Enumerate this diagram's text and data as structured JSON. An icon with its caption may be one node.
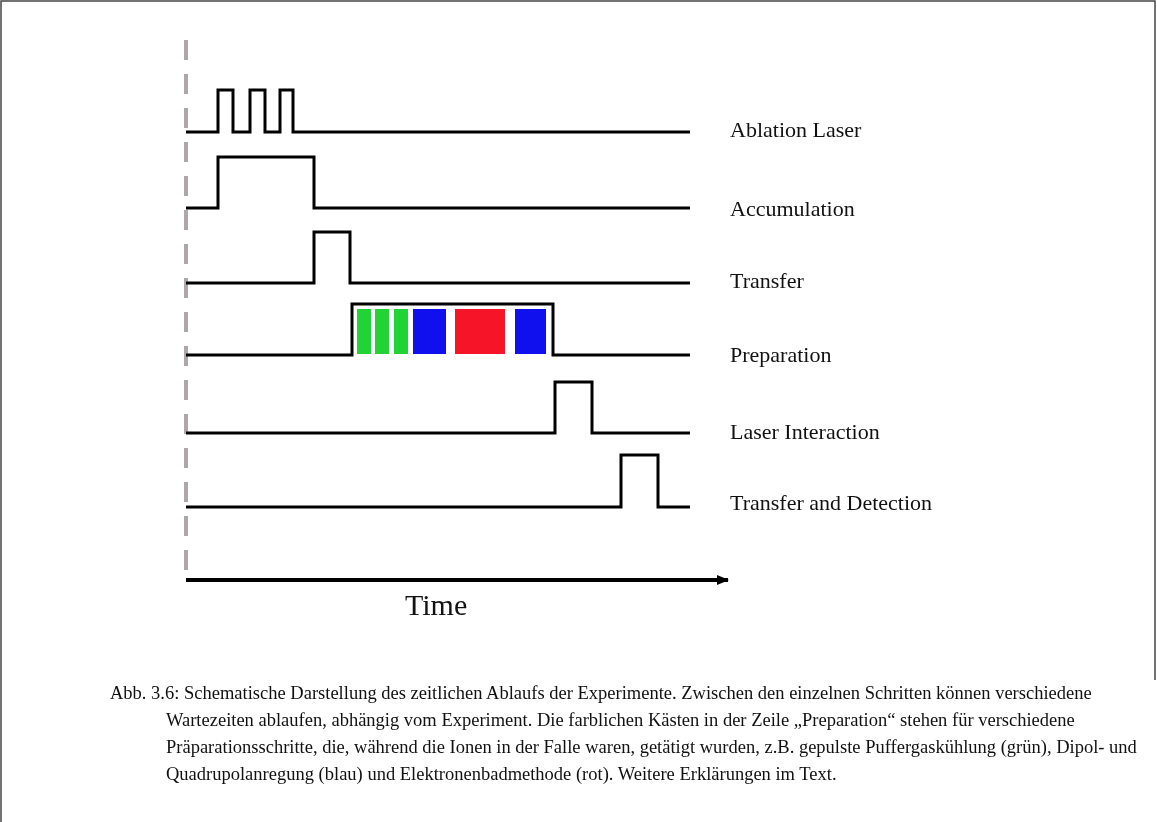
{
  "diagram": {
    "caption": "Abb. 3.6: Schematische Darstellung des zeitlichen Ablaufs der Experimente. Zwischen den einzelnen Schritten können verschiedene Wartezeiten ablaufen, abhängig vom Experiment. Die farblichen Kästen in der Zeile „Preparation“ stehen für verschiedene Präparationsschritte, die, während die Ionen in der Falle waren, getätigt wurden, z.B. gepulste Puffergaskühlung (grün), Dipol- und Quadrupolanregung (blau) und Elektronenbadmethode (rot). Weitere Erklärungen im Text.",
    "labels": [
      "Ablation Laser",
      "Accumulation",
      "Transfer",
      "Preparation",
      "Laser Interaction",
      "Transfer and Detection",
      "Time"
    ]
  }
}
